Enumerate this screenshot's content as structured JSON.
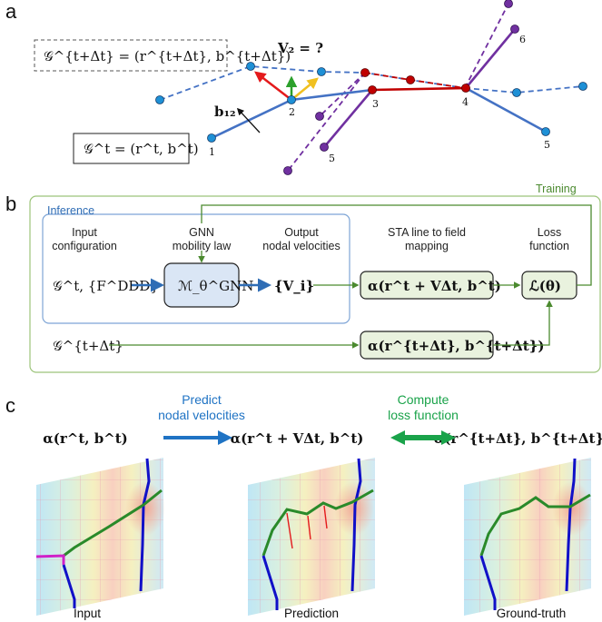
{
  "panel_a": {
    "letter": "a",
    "graph_next_label": "𝒢^{t+Δt} = (r^{t+Δt}, b^{t+Δt})",
    "graph_now_label": "𝒢^t = (r^t, b^t)",
    "velocity_question": "V₂ = ?",
    "burgers_label": "b₁₂",
    "node_labels": [
      "1",
      "2",
      "3",
      "4",
      "5",
      "5",
      "6"
    ]
  },
  "panel_b": {
    "letter": "b",
    "training_label": "Training",
    "inference_label": "Inference",
    "col_input": [
      "Input",
      "configuration"
    ],
    "col_gnn": [
      "GNN",
      "mobility law"
    ],
    "col_output": [
      "Output",
      "nodal velocities"
    ],
    "col_sta": [
      "STA line to field",
      "mapping"
    ],
    "col_loss": [
      "Loss",
      "function"
    ],
    "input_expr": "𝒢^t, {F^DDD}",
    "gnn_expr": "ℳ_θ^GNN",
    "output_expr": "{V_i}",
    "alpha_pred_expr": "α(r^t + VΔt, b^t)",
    "loss_expr": "ℒ(θ)",
    "next_graph_expr": "𝒢^{t+Δt}",
    "alpha_next_expr": "α(r^{t+Δt}, b^{t+Δt})"
  },
  "panel_c": {
    "letter": "c",
    "alpha_input": "α(r^t, b^t)",
    "alpha_pred": "α(r^t + VΔt, b^t)",
    "alpha_truth": "α(r^{t+Δt}, b^{t+Δt})",
    "predict_action": [
      "Predict",
      "nodal velocities"
    ],
    "loss_action": [
      "Compute",
      "loss function"
    ],
    "captions": [
      "Input",
      "Prediction",
      "Ground-truth"
    ]
  },
  "colors": {
    "dislocation_blue": "#4472c4",
    "node_blue": "#1e90d6",
    "dislocation_red": "#c00000",
    "dislocation_purple": "#7030a0",
    "arrow_red": "#e41a1c",
    "arrow_green": "#2ca02c",
    "arrow_yellow": "#f0c020",
    "frame_green": "#9cc47a",
    "box_green_fill": "#e9f2de",
    "box_blue_fill": "#dae6f5",
    "flow_green": "#4b8a2f",
    "flow_blue": "#2f6db5",
    "predict_arrow": "#1f73c4",
    "loss_arrow": "#1aa34a"
  }
}
